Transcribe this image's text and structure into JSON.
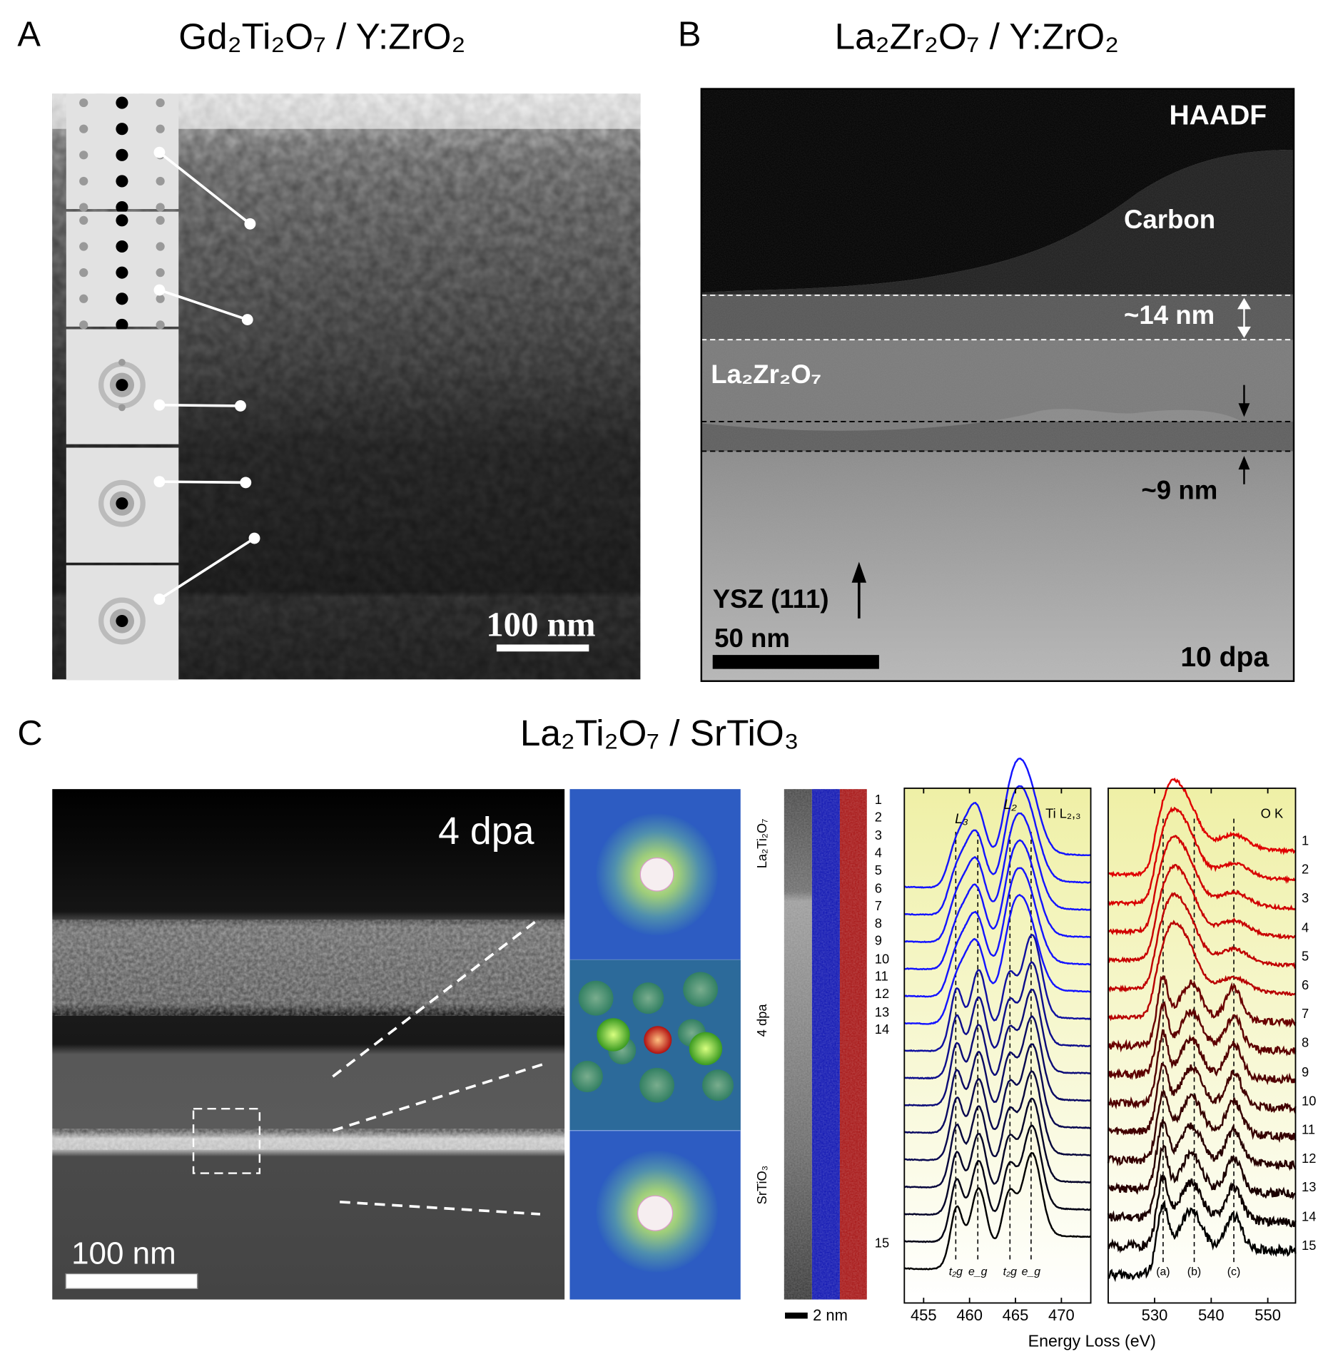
{
  "panel_a": {
    "label": "A",
    "title": "Gd₂Ti₂O₇ / Y:ZrO₂",
    "scale_bar": "100 nm"
  },
  "panel_b": {
    "label": "B",
    "title": "La₂Zr₂O₇ / Y:ZrO₂",
    "haadf": "HAADF",
    "carbon": "Carbon",
    "thickness_top": "~14 nm",
    "layer": "La₂Zr₂O₇",
    "thickness_bottom": "~9 nm",
    "substrate": "YSZ (111)",
    "scale_bar": "50 nm",
    "dose": "10 dpa"
  },
  "panel_c": {
    "label": "C",
    "title": "La₂Ti₂O₇ / SrTiO₃",
    "dose": "4 dpa",
    "scale_bar": "100 nm",
    "strip_labels": [
      "La₂Ti₂O₇",
      "4 dpa",
      "SrTiO₃"
    ],
    "strip_scale": "2 nm",
    "strip_positions": [
      "1",
      "2",
      "3",
      "4",
      "5",
      "6",
      "7",
      "8",
      "9",
      "10",
      "11",
      "12",
      "13",
      "14",
      "15"
    ]
  },
  "colors": {
    "ti_top": "#1414ff",
    "ti_bottom": "#000000",
    "o_top": "#e00000",
    "o_mid": "#6a0000",
    "o_bottom": "#000000",
    "plot_bg_top": "#eff0a6"
  },
  "chart_data": [
    {
      "type": "line",
      "title": "Ti L₂,₃",
      "edge_labels": [
        "L₃",
        "L₂"
      ],
      "xlabel": "Energy Loss (eV)",
      "xlim": [
        452.9,
        473.2
      ],
      "xticks": [
        "455",
        "460",
        "465",
        "470"
      ],
      "xtick_values": [
        455,
        460,
        465,
        470
      ],
      "reference_lines": [
        458.5,
        460.9,
        464.4,
        466.7
      ],
      "reference_labels": [
        "t₂g",
        "e_g",
        "t₂g",
        "e_g"
      ],
      "series_names": [
        "1",
        "2",
        "3",
        "4",
        "5",
        "6",
        "7",
        "8",
        "9",
        "10",
        "11",
        "12",
        "13",
        "14",
        "15"
      ],
      "model": {
        "amorphous_series": 6,
        "amorphous_peaks": [
          [
            458.8,
            0.45,
            0.9
          ],
          [
            460.7,
            1.0,
            1.0
          ],
          [
            464.5,
            0.55,
            1.0
          ],
          [
            466.0,
            1.3,
            1.4
          ]
        ],
        "crystalline_peaks": [
          [
            458.6,
            0.7,
            0.6
          ],
          [
            461.0,
            1.0,
            0.8
          ],
          [
            464.3,
            0.7,
            0.7
          ],
          [
            466.8,
            1.35,
            1.0
          ]
        ],
        "edges": [
          [
            457.5,
            0.35
          ],
          [
            463.5,
            0.25
          ]
        ]
      }
    },
    {
      "type": "line",
      "title": "O K",
      "xlabel": "Energy Loss (eV)",
      "xlim": [
        521.8,
        554.9
      ],
      "xticks": [
        "530",
        "540",
        "550"
      ],
      "xtick_values": [
        530,
        540,
        550
      ],
      "reference_lines": [
        531.5,
        537,
        544
      ],
      "reference_labels": [
        "(a)",
        "(b)",
        "(c)"
      ],
      "series_names": [
        "1",
        "2",
        "3",
        "4",
        "5",
        "6",
        "7",
        "8",
        "9",
        "10",
        "11",
        "12",
        "13",
        "14",
        "15"
      ],
      "model": {
        "amorphous_series": 6,
        "amorphous_peaks": [
          [
            532.5,
            0.8,
            1.8
          ],
          [
            535.5,
            0.8,
            2.2
          ],
          [
            544,
            0.25,
            2.5
          ]
        ],
        "crystalline_peaks": [
          [
            531.5,
            0.75,
            0.8
          ],
          [
            536.5,
            0.65,
            1.8
          ],
          [
            544,
            0.6,
            1.4
          ]
        ],
        "edge": [
          529.8,
          0.55
        ]
      }
    }
  ]
}
